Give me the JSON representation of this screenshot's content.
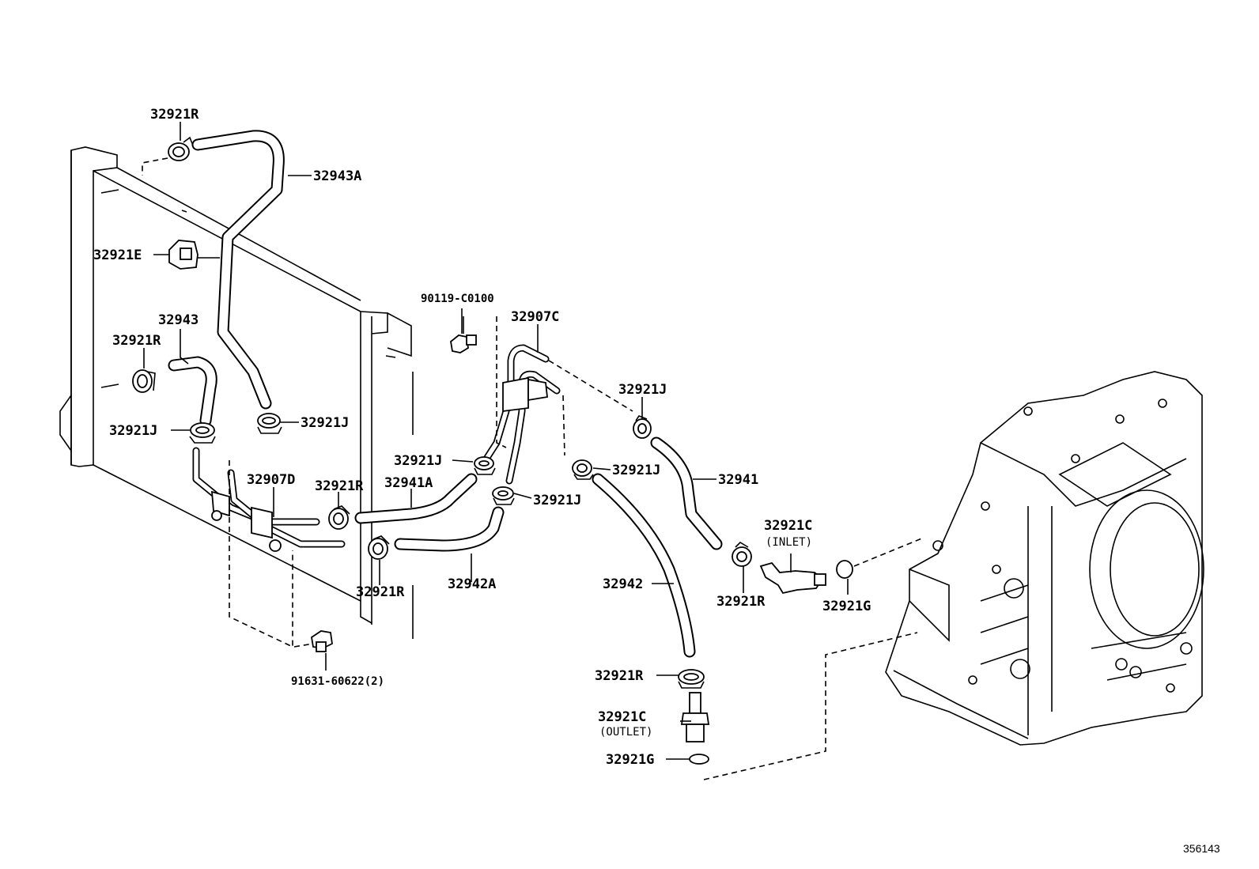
{
  "labels": {
    "p32921R_top": "32921R",
    "p32943A": "32943A",
    "p32921E": "32921E",
    "p32943": "32943",
    "p32921R_left": "32921R",
    "p32921J_left": "32921J",
    "p32921J_mid": "32921J",
    "p90119": "90119-C0100",
    "p32907C": "32907C",
    "p32921J_r1": "32921J",
    "p32921J_c1": "32921J",
    "p32907D": "32907D",
    "p32921R_c": "32921R",
    "p32941A": "32941A",
    "p32921J_c2": "32921J",
    "p32921J_c3": "32921J",
    "p32941": "32941",
    "p32921C_in": "32921C",
    "p32921C_in_sub": "(INLET)",
    "p32942A": "32942A",
    "p32921R_c2": "32921R",
    "p32942": "32942",
    "p32921R_r": "32921R",
    "p32921G_r": "32921G",
    "p91631": "91631-60622(2)",
    "p32921R_b": "32921R",
    "p32921C_out": "32921C",
    "p32921C_out_sub": "(OUTLET)",
    "p32921G_b": "32921G"
  },
  "ref_number": "356143"
}
